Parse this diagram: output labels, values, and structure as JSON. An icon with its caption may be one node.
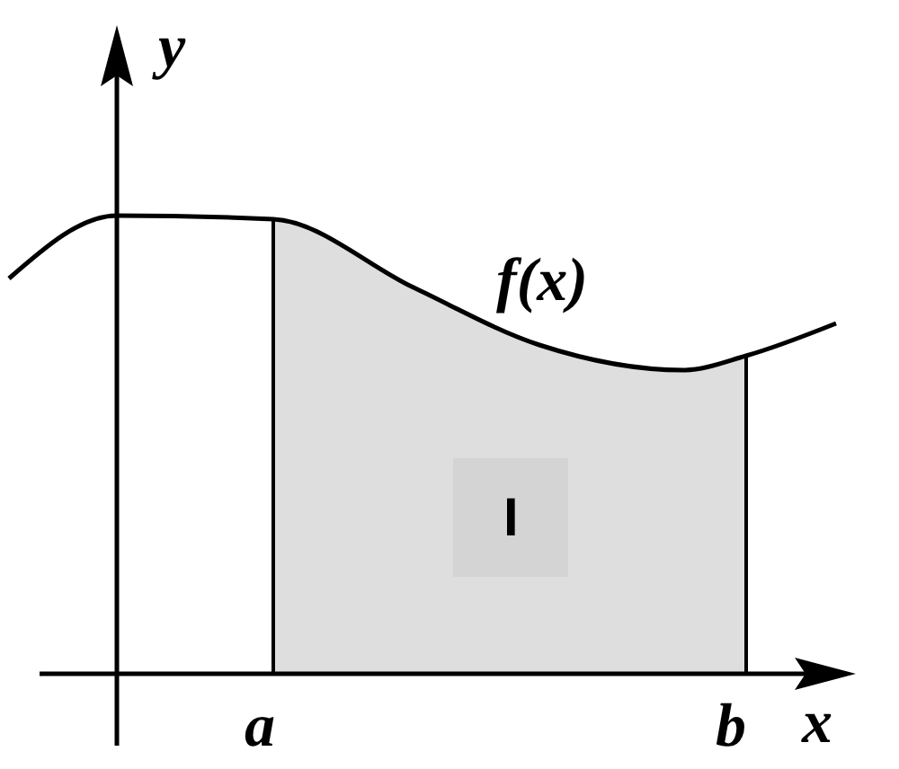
{
  "diagram": {
    "labels": [
      "y",
      "f(x)",
      "I",
      "a",
      "b",
      "x"
    ]
  }
}
